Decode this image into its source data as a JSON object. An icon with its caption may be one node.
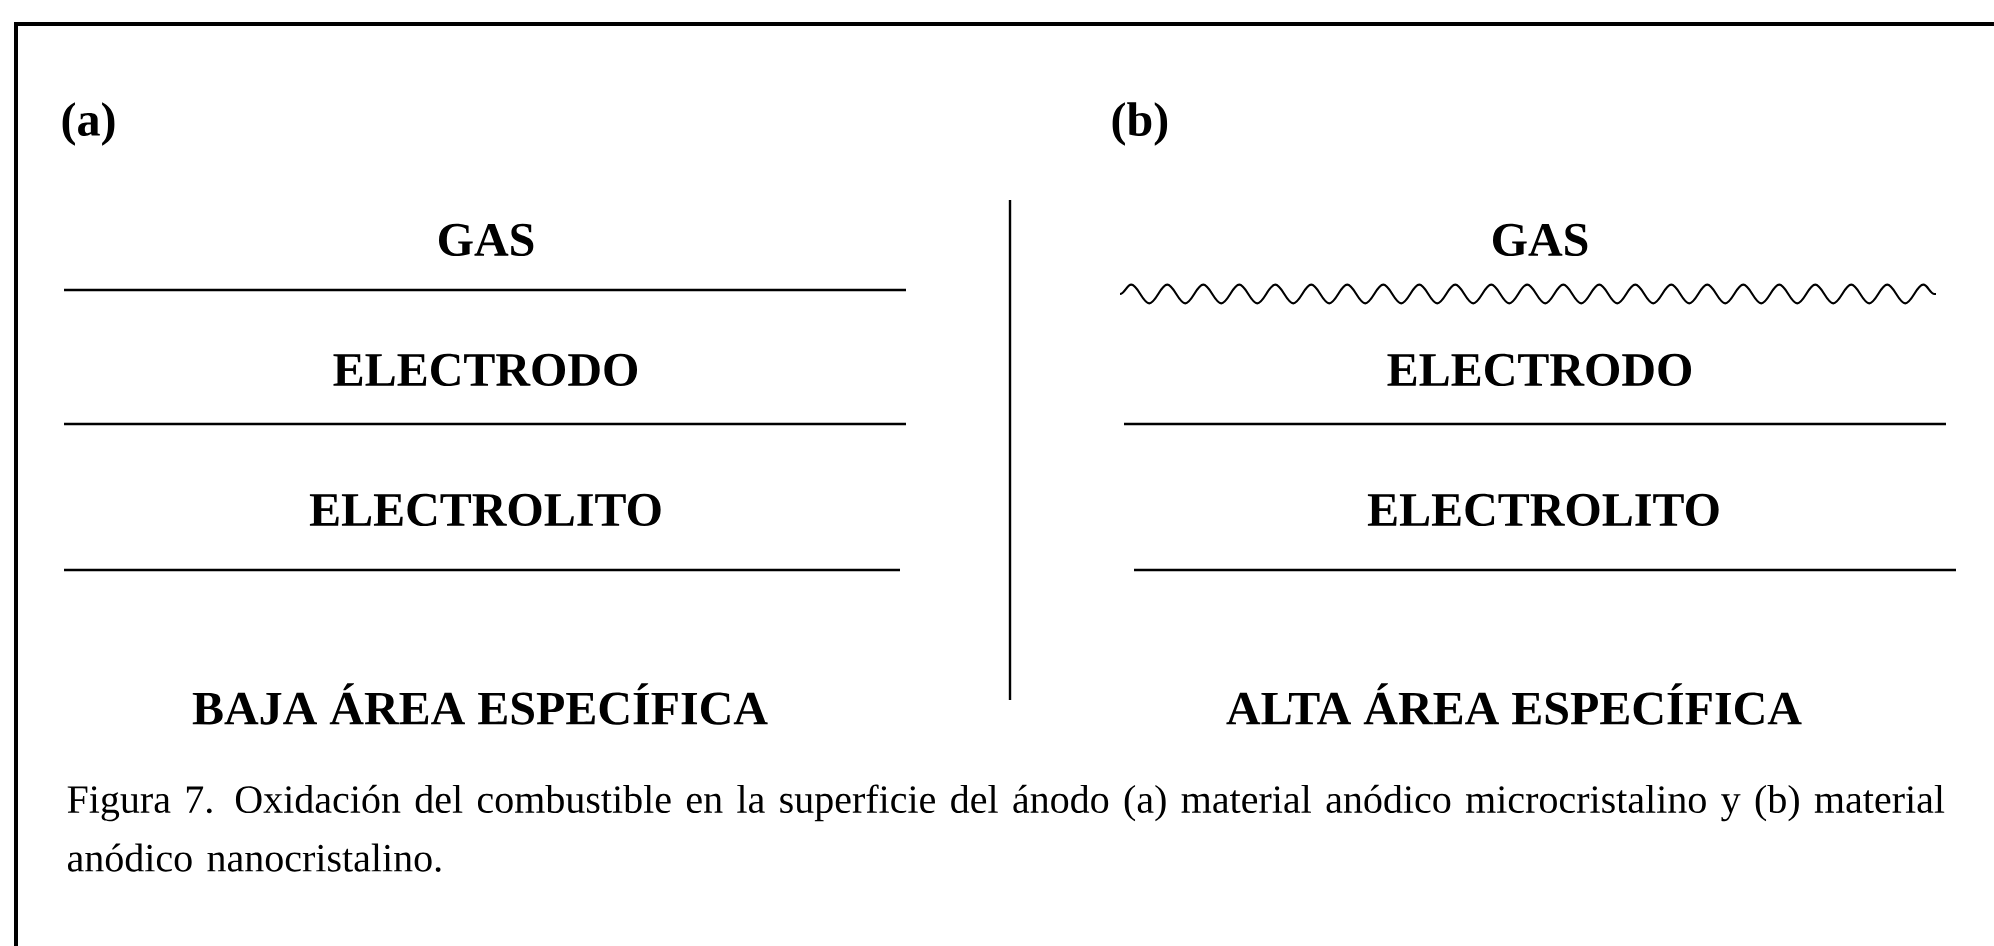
{
  "diagram": {
    "caption": "Figura 7. Oxidación del combustible en la superficie del ánodo (a) material anódico microcristalino y (b) material anódico nanocristalino.",
    "labels": [
      "(a)",
      "(b)",
      "GAS",
      "GAS",
      "ELECTRODO",
      "ELECTRODO",
      "ELECTROLITO",
      "ELECTROLITO",
      "BAJA ÁREA ESPECÍFICA",
      "ALTA ÁREA ESPECÍFICA"
    ]
  }
}
